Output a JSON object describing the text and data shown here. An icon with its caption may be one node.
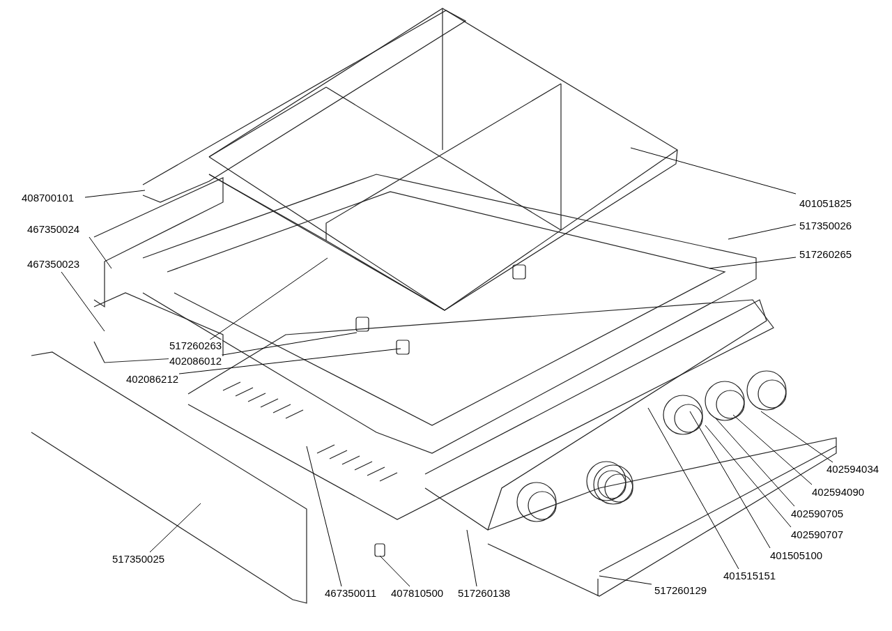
{
  "diagram": {
    "nodes": [
      {
        "text": [
          "408700101"
        ]
      },
      {
        "text": [
          "401051825"
        ]
      },
      {
        "text": [
          "517350026"
        ]
      },
      {
        "text": [
          "467350024"
        ]
      },
      {
        "text": [
          "517260265"
        ]
      },
      {
        "text": [
          "467350023"
        ]
      },
      {
        "text": [
          "517260263"
        ]
      },
      {
        "text": [
          "402086012"
        ]
      },
      {
        "text": [
          "402086212"
        ]
      },
      {
        "text": [
          "402594034"
        ]
      },
      {
        "text": [
          "402594090"
        ]
      },
      {
        "text": [
          "402590705"
        ]
      },
      {
        "text": [
          "402590707"
        ]
      },
      {
        "text": [
          "401505100"
        ]
      },
      {
        "text": [
          "517350025"
        ]
      },
      {
        "text": [
          "401515151"
        ]
      },
      {
        "text": [
          "517260129"
        ]
      },
      {
        "text": [
          "467350011"
        ]
      },
      {
        "text": [
          "407810500"
        ]
      },
      {
        "text": [
          "517260138"
        ]
      }
    ],
    "edges": [
      {
        "from": 0,
        "to": null,
        "arrow": "none"
      },
      {
        "from": 1,
        "to": null,
        "arrow": "none"
      },
      {
        "from": 2,
        "to": null,
        "arrow": "none"
      },
      {
        "from": 3,
        "to": null,
        "arrow": "none"
      },
      {
        "from": 4,
        "to": null,
        "arrow": "none"
      },
      {
        "from": 5,
        "to": null,
        "arrow": "none"
      },
      {
        "from": 6,
        "to": null,
        "arrow": "none"
      },
      {
        "from": 7,
        "to": null,
        "arrow": "none"
      },
      {
        "from": 8,
        "to": null,
        "arrow": "none"
      },
      {
        "from": 9,
        "to": null,
        "arrow": "none"
      },
      {
        "from": 10,
        "to": null,
        "arrow": "none"
      },
      {
        "from": 11,
        "to": null,
        "arrow": "none"
      },
      {
        "from": 12,
        "to": null,
        "arrow": "none"
      },
      {
        "from": 13,
        "to": null,
        "arrow": "none"
      },
      {
        "from": 14,
        "to": null,
        "arrow": "none"
      },
      {
        "from": 15,
        "to": null,
        "arrow": "none"
      },
      {
        "from": 16,
        "to": null,
        "arrow": "none"
      },
      {
        "from": 17,
        "to": null,
        "arrow": "none"
      },
      {
        "from": 18,
        "to": null,
        "arrow": "none"
      },
      {
        "from": 19,
        "to": null,
        "arrow": "none"
      }
    ]
  }
}
